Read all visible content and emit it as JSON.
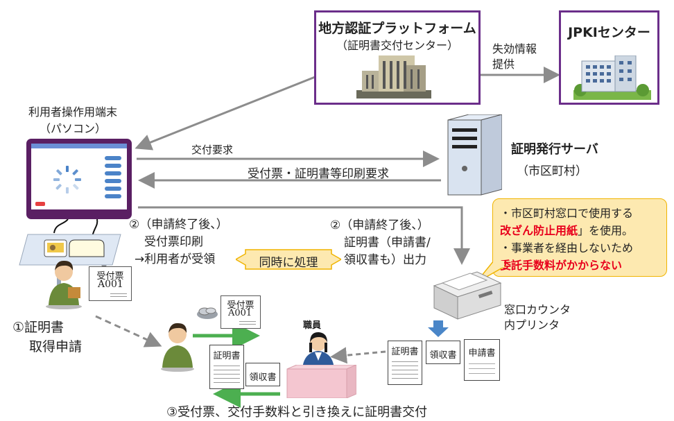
{
  "platform": {
    "title": "地方認証プラットフォーム",
    "subtitle": "（証明書交付センター）"
  },
  "jpki": {
    "title": "JPKIセンター"
  },
  "revocation": {
    "line1": "失効情報",
    "line2": "提供"
  },
  "terminal": {
    "line1": "利用者操作用端末",
    "line2": "（パソコン）"
  },
  "server": {
    "title": "証明発行サーバ",
    "subtitle": "（市区町村）"
  },
  "arrows": {
    "request": "交付要求",
    "print_request": "受付票・証明書等印刷要求"
  },
  "step2a": {
    "line1": "②（申請終了後、）",
    "line2": "受付票印刷",
    "line3": "→利用者が受領"
  },
  "simultaneous": "同時に処理",
  "step2b": {
    "line1": "②（申請終了後、）",
    "line2": "証明書（申請書/",
    "line3": "領収書も）出力"
  },
  "note": {
    "b1_pre": "・市区町村窓口で使用する",
    "b1_red": "改ざん防止用紙",
    "b1_post": "」を使用。",
    "b2": "・事業者を経由しないため",
    "b2_red": "委託手数料がかからない"
  },
  "printer": {
    "line1": "窓口カウンタ",
    "line2": "内プリンタ"
  },
  "step1": {
    "line1": "①証明書",
    "line2": "取得申請"
  },
  "ticket": {
    "title": "受付票",
    "number": "A001"
  },
  "staff": "職員",
  "docs": {
    "certificate": "証明書",
    "receipt": "領収書",
    "application": "申請書"
  },
  "step3": "③受付票、交付手数料と引き換えに証明書交付",
  "colors": {
    "purple": "#6b2e8a",
    "arrow_gray": "#8c8c8c",
    "green": "#4caf50",
    "blue": "#4a86c8",
    "note_bg": "#fde9b0",
    "red": "#e8001c"
  }
}
